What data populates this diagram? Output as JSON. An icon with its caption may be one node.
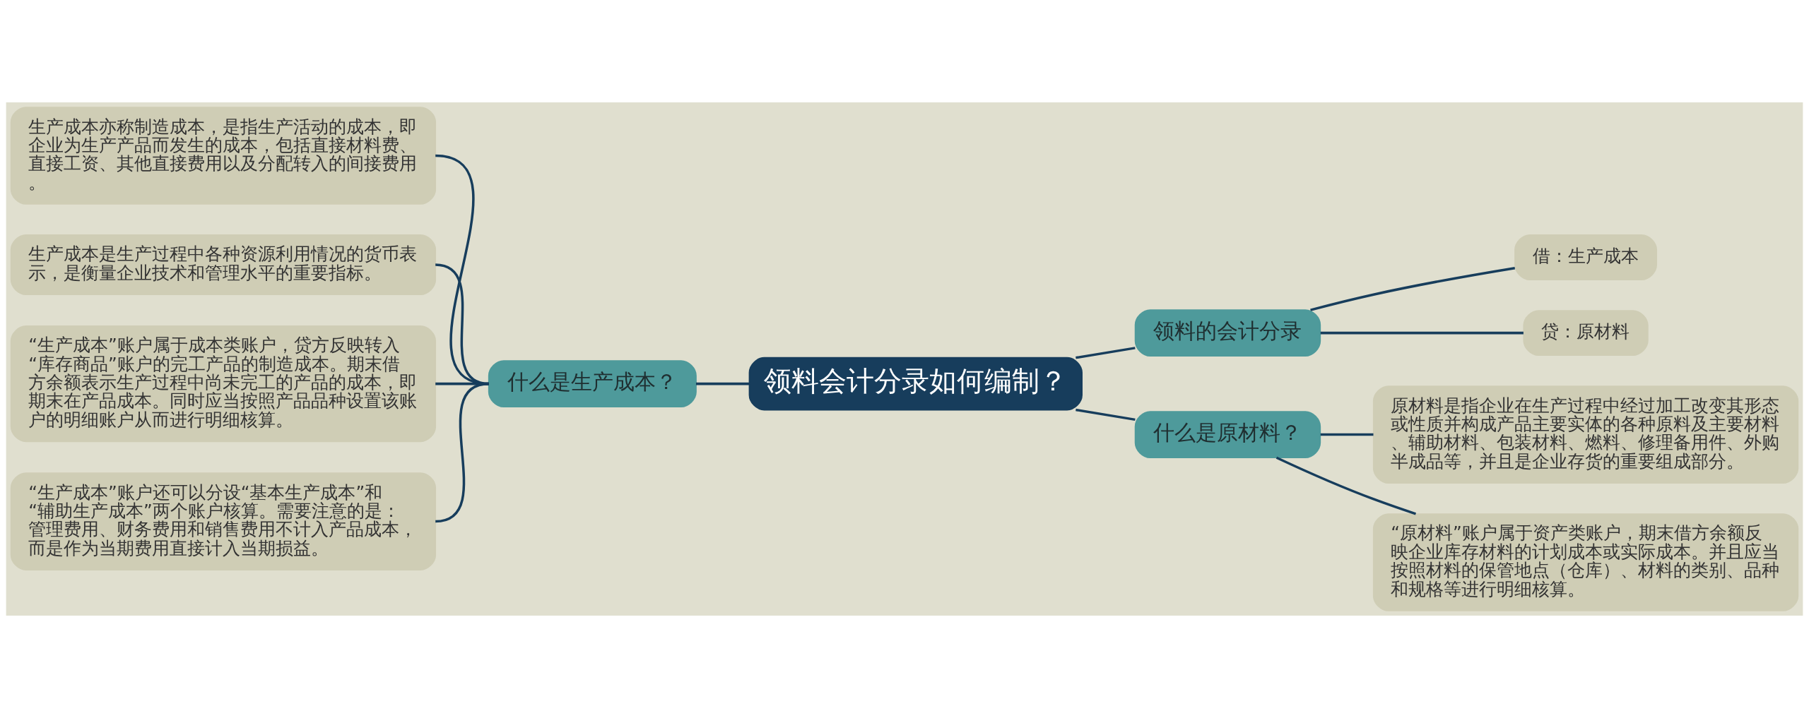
{
  "diagram": {
    "nodes": [
      {
        "text": [
          "领料会计分录如何编制？"
        ]
      },
      {
        "text": [
          "什么是生产成本？"
        ]
      },
      {
        "text": [
          "生产成本亦称制造成本，是指生产活动的成本，即企业为生产产品而发生的成本，包括直接材料费、直接工资、其他直接费用以及分配转入的间接费用。"
        ]
      },
      {
        "text": [
          "生产成本是生产过程中各种资源利用情况的货币表示，是衡量企业技术和管理水平的重要指标。"
        ]
      },
      {
        "text": [
          "“生产成本”账户属于成本类账户，贷方反映转入“库存商品”账户的完工产品的制造成本。期末借方余额表示生产过程中尚未完工的产品的成本，即期末在产品成本。同时应当按照产品品种设置该账户的明细账户从而进行明细核算。"
        ]
      },
      {
        "text": [
          "“生产成本”账户还可以分设“基本生产成本”和“辅助生产成本”两个账户核算。需要注意的是：管理费用、财务费用和销售费用不计入产品成本，而是作为当期费用直接计入当期损益。"
        ]
      },
      {
        "text": [
          "领料的会计分录"
        ]
      },
      {
        "text": [
          "借：生产成本"
        ]
      },
      {
        "text": [
          "贷：原材料"
        ]
      },
      {
        "text": [
          "什么是原材料？"
        ]
      },
      {
        "text": [
          "原材料是指企业在生产过程中经过加工改变其形态或性质并构成产品主要实体的各种原料及主要材料、辅助材料、包装材料、燃料、修理备用件、外购半成品等，并且是企业存货的重要组成部分。"
        ]
      },
      {
        "text": [
          "“原材料”账户属于资产类账户，期末借方余额反映企业库存材料的计划成本或实际成本。并且应当按照材料的保管地点（仓库）、材料的类别、品种和规格等进行明细核算。"
        ]
      }
    ],
    "edges": [
      {
        "from": 0,
        "to": 1,
        "arrow": "none"
      },
      {
        "from": 1,
        "to": 2,
        "arrow": "none"
      },
      {
        "from": 1,
        "to": 3,
        "arrow": "none"
      },
      {
        "from": 1,
        "to": 4,
        "arrow": "none"
      },
      {
        "from": 1,
        "to": 5,
        "arrow": "none"
      },
      {
        "from": 0,
        "to": 6,
        "arrow": "none"
      },
      {
        "from": 6,
        "to": 7,
        "arrow": "none"
      },
      {
        "from": 6,
        "to": 8,
        "arrow": "none"
      },
      {
        "from": 0,
        "to": 9,
        "arrow": "none"
      },
      {
        "from": 9,
        "to": 10,
        "arrow": "none"
      },
      {
        "from": 9,
        "to": 11,
        "arrow": "none"
      }
    ]
  }
}
